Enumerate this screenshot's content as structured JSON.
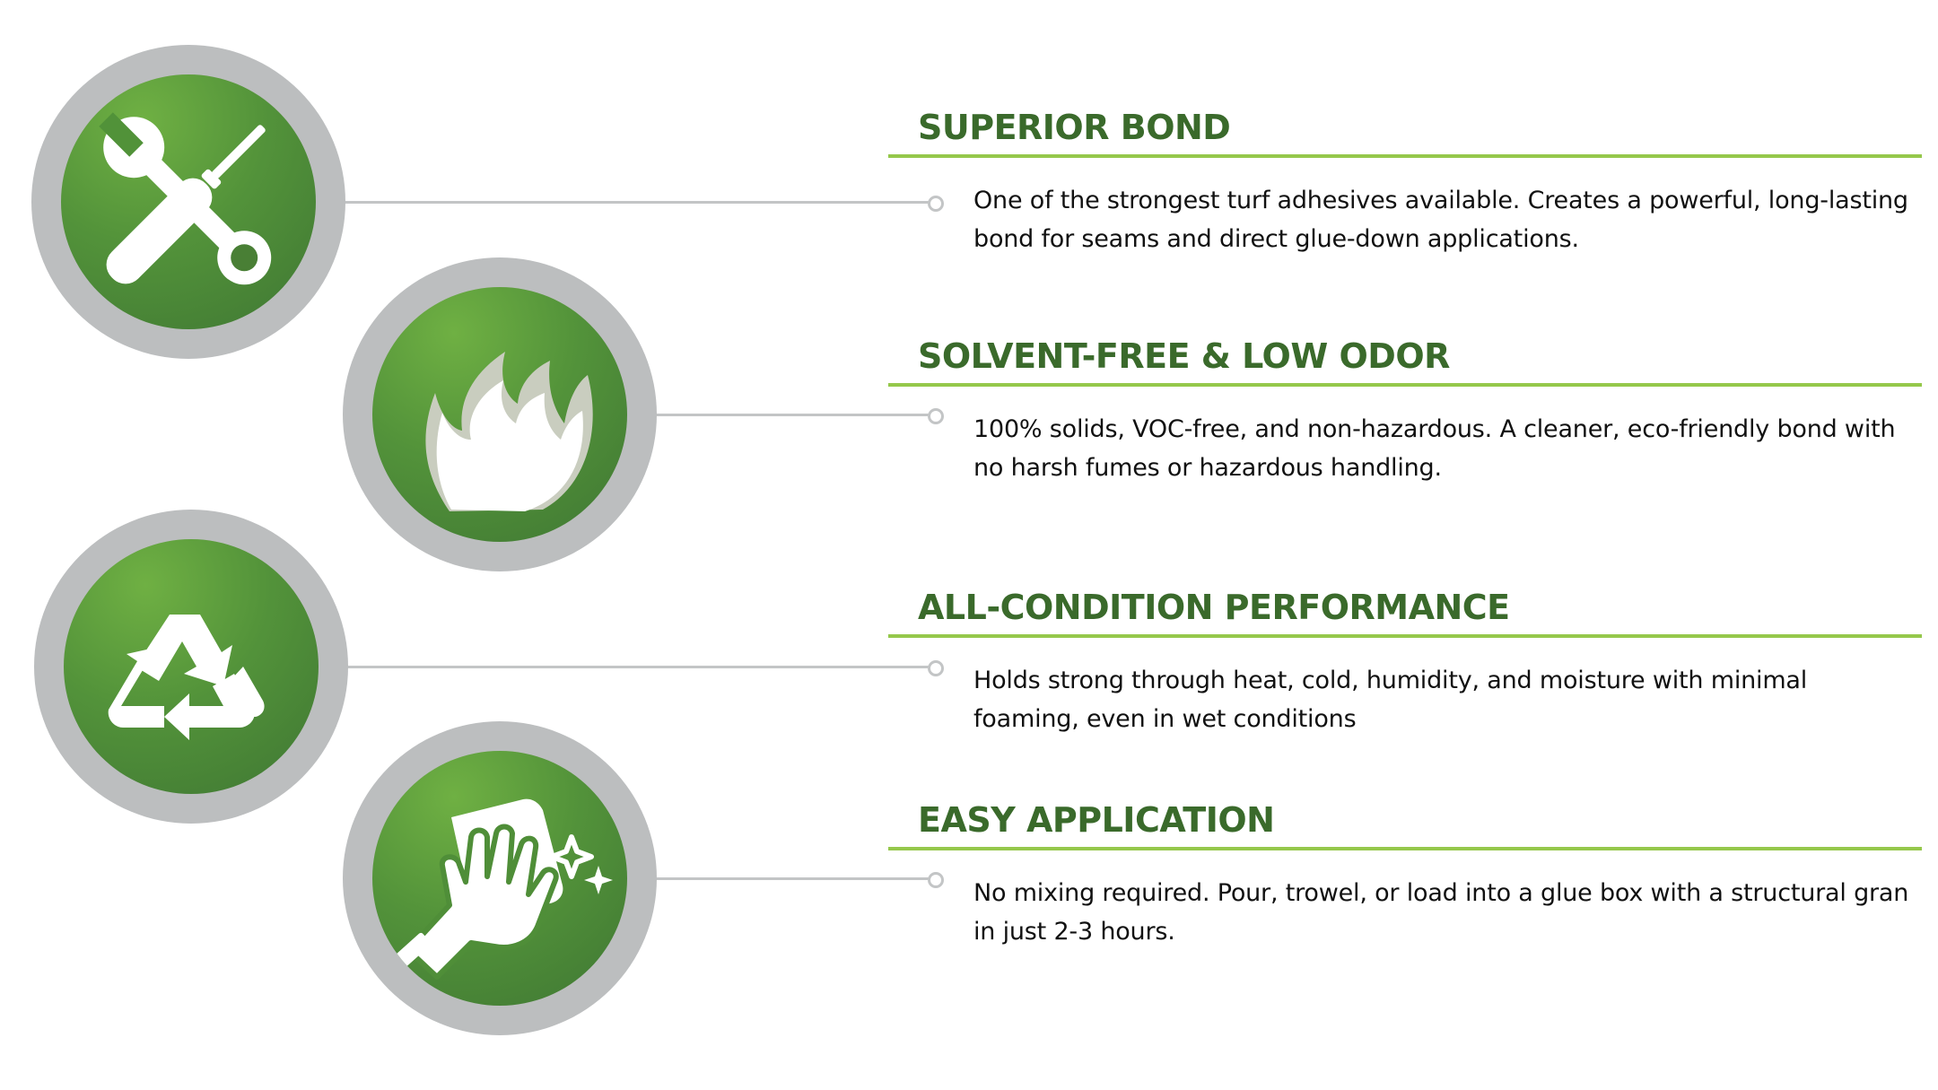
{
  "colors": {
    "accent_green": "#4d8c38",
    "heading_green": "#3a6a2b",
    "rule_green": "#95c84b",
    "ring_gray": "#bcbebf",
    "connector_gray": "#c3c5c6"
  },
  "features": [
    {
      "icon": "tools-icon",
      "title": "SUPERIOR BOND",
      "description": "One of the strongest turf adhesives available. Creates a powerful, long-lasting bond for seams and direct glue-down applications."
    },
    {
      "icon": "flame-icon",
      "title": "SOLVENT-FREE & LOW ODOR",
      "description": "100% solids, VOC-free, and non-hazardous. A cleaner, eco-friendly bond with no harsh fumes or hazardous handling."
    },
    {
      "icon": "recycle-icon",
      "title": "ALL-CONDITION PERFORMANCE",
      "description": "Holds strong through heat, cold, humidity, and moisture with minimal foaming, even in wet conditions"
    },
    {
      "icon": "hand-wiping-icon",
      "title": "EASY APPLICATION",
      "description": "No mixing required. Pour, trowel, or load into a glue box with a structural gran in just 2-3 hours."
    }
  ]
}
